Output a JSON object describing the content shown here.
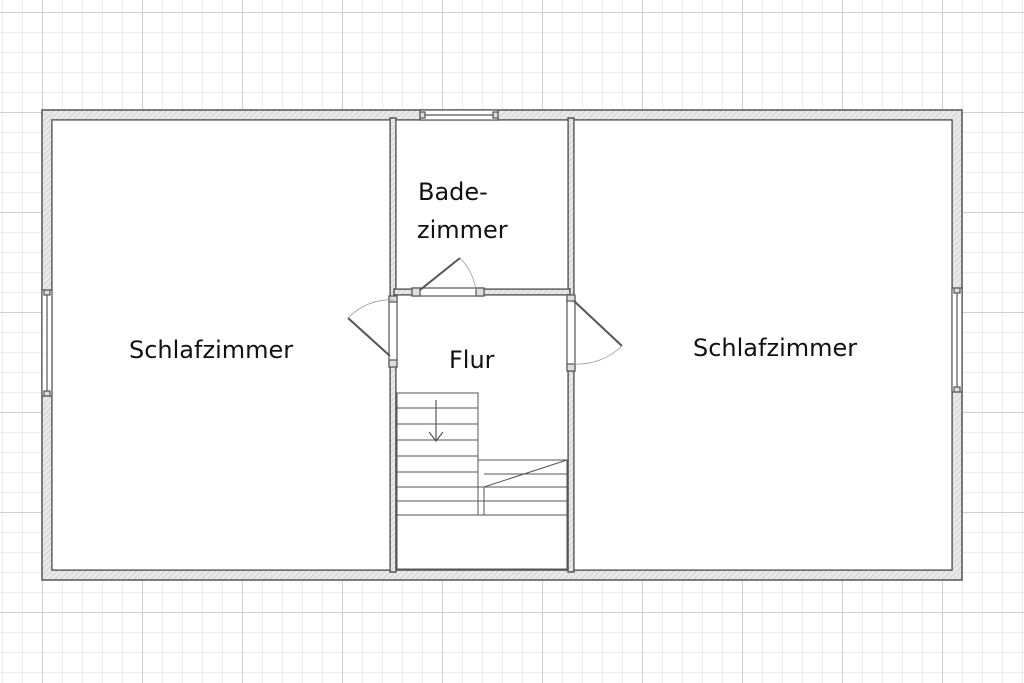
{
  "rooms": {
    "left_bedroom": "Schlafzimmer",
    "right_bedroom": "Schlafzimmer",
    "bathroom_line1": "Bade-",
    "bathroom_line2": "zimmer",
    "hallway": "Flur"
  },
  "colors": {
    "wall": "#555555",
    "wall_fill": "#e6e6e6",
    "grid": "#cfcfcf"
  }
}
